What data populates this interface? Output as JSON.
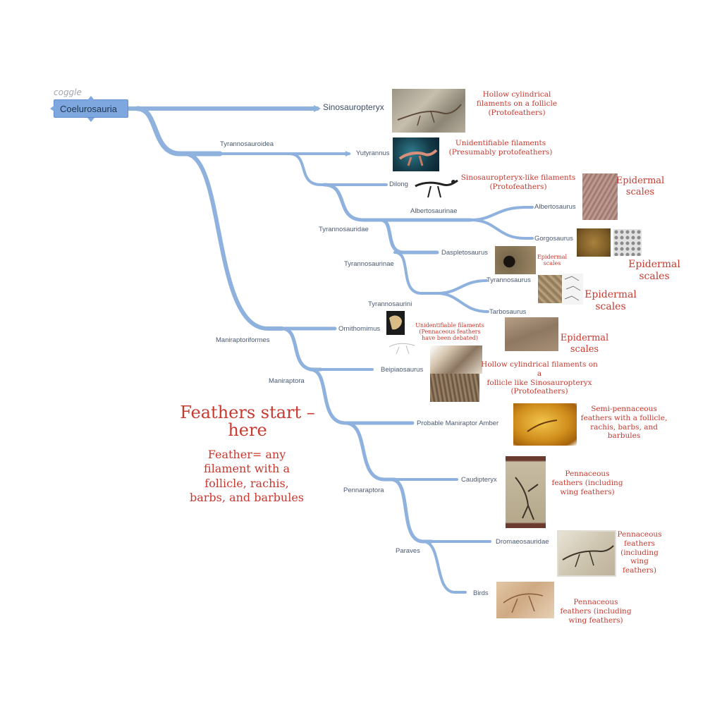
{
  "app": {
    "brand": "coggle"
  },
  "root": {
    "label": "Coelurosauria"
  },
  "nodes": {
    "sinosauropteryx": "Sinosauropteryx",
    "tyrannosauroidea": "Tyrannosauroidea",
    "yutyrannus": "Yutyrannus",
    "dilong": "Dilong",
    "albertosaurinae": "Albertosaurinae",
    "albertosaurus": "Albertosaurus",
    "gorgosaurus": "Gorgosaurus",
    "tyrannosauridae": "Tyrannosauridae",
    "daspletosaurus": "Daspletosaurus",
    "tyrannosaurinae": "Tyrannosaurinae",
    "tyrannosaurus": "Tyrannosaurus",
    "tarbosaurus": "Tarbosaurus",
    "tyrannosaurini": "Tyrannosaurini",
    "maniraptoriformes": "Maniraptoriformes",
    "ornithomimus": "Ornithomimus",
    "beipiaosaurus": "Beipiaosaurus",
    "maniraptora": "Maniraptora",
    "amber": "Probable Maniraptor Amber",
    "caudipteryx": "Caudipteryx",
    "pennaraptora": "Pennaraptora",
    "dromaeosauridae": "Dromaeosauridae",
    "paraves": "Paraves",
    "birds": "Birds"
  },
  "annotations": {
    "sinosauropteryx": [
      "Hollow cylindrical",
      "filaments on a follicle",
      "(Protofeathers)"
    ],
    "yutyrannus": [
      "Unidentifiable filaments",
      "(Presumably protofeathers)"
    ],
    "dilong": [
      "Sinosauropteryx-like filaments",
      "(Protofeathers)"
    ],
    "albertosaurus": [
      "Epidermal",
      "scales"
    ],
    "gorgosaurus": [
      "Epidermal",
      "scales"
    ],
    "daspletosaurus": [
      "Epidermal",
      "scales"
    ],
    "tyrannosaurus": [
      "Epidermal",
      "scales"
    ],
    "tarbosaurus": [
      "Epidermal",
      "scales"
    ],
    "ornithomimus": [
      "Unidentifiable filaments",
      "(Pennaceous feathers",
      "have been debated)"
    ],
    "beipiaosaurus": [
      "Hollow cylindrical filaments on a",
      "follicle like Sinosauropteryx",
      "(Protofeathers)"
    ],
    "amber": [
      "Semi-pennaceous",
      "feathers with a follicle,",
      "rachis, barbs, and",
      "barbules"
    ],
    "caudipteryx": [
      "Pennaceous",
      "feathers (including",
      "wing feathers)"
    ],
    "dromaeosauridae": [
      "Pennaceous",
      "feathers",
      "(including",
      "wing",
      "feathers)"
    ],
    "birds": [
      "Pennaceous",
      "feathers (including",
      "wing feathers)"
    ]
  },
  "headline": [
    "Feathers start –",
    "here"
  ],
  "definition": [
    "Feather= any",
    "filament with a",
    "follicle, rachis,",
    "barbs, and barbules"
  ],
  "colors": {
    "branch": "#8fb1de",
    "root_fill": "#7da7de",
    "annotation": "#c8392f",
    "label": "#4a5a72"
  }
}
